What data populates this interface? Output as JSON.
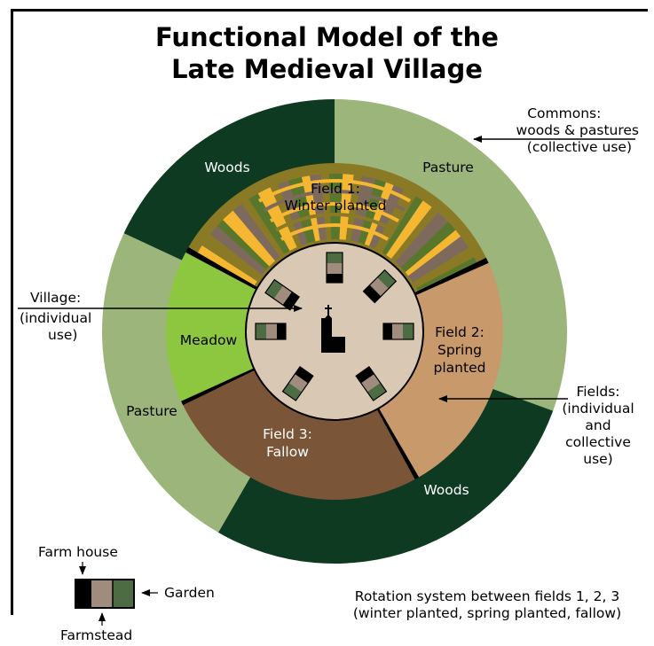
{
  "title": {
    "line1": "Functional Model of the",
    "line2": "Late Medieval Village"
  },
  "regions": {
    "woods_top": "Woods",
    "pasture_top": "Pasture",
    "pasture_left": "Pasture",
    "woods_bottom": "Woods",
    "meadow": "Meadow",
    "field1": {
      "line1": "Field 1:",
      "line2": "Winter planted"
    },
    "field2": {
      "line1": "Field 2:",
      "line2": "Spring",
      "line3": "planted"
    },
    "field3": {
      "line1": "Field 3:",
      "line2": "Fallow"
    }
  },
  "annotations": {
    "commons": {
      "line1": "Commons:",
      "line2": "woods & pastures",
      "line3": "(collective use)"
    },
    "village": {
      "line1": "Village:",
      "line2": "(individual",
      "line3": "use)"
    },
    "fields": {
      "line1": "Fields:",
      "line2": "(individual",
      "line3": "and collective",
      "line4": "use)"
    }
  },
  "legend": {
    "farm_house": "Farm house",
    "garden": "Garden",
    "farmstead": "Farmstead"
  },
  "rotation": {
    "line1": "Rotation system between fields 1, 2, 3",
    "line2": "(winter planted, spring planted, fallow)"
  },
  "colors": {
    "woods": "#0f3a22",
    "pasture": "#9cb57a",
    "meadow": "#8dc63f",
    "field2": "#c8996b",
    "field3": "#7b5537",
    "village": "#d9c8b4",
    "strip_yellow": "#f5b731",
    "strip_olive": "#8a7a26",
    "strip_gray": "#7d6a5d",
    "strip_green": "#58772c",
    "house": "#000000",
    "yard": "#a08c7d",
    "garden": "#4e6c44"
  }
}
